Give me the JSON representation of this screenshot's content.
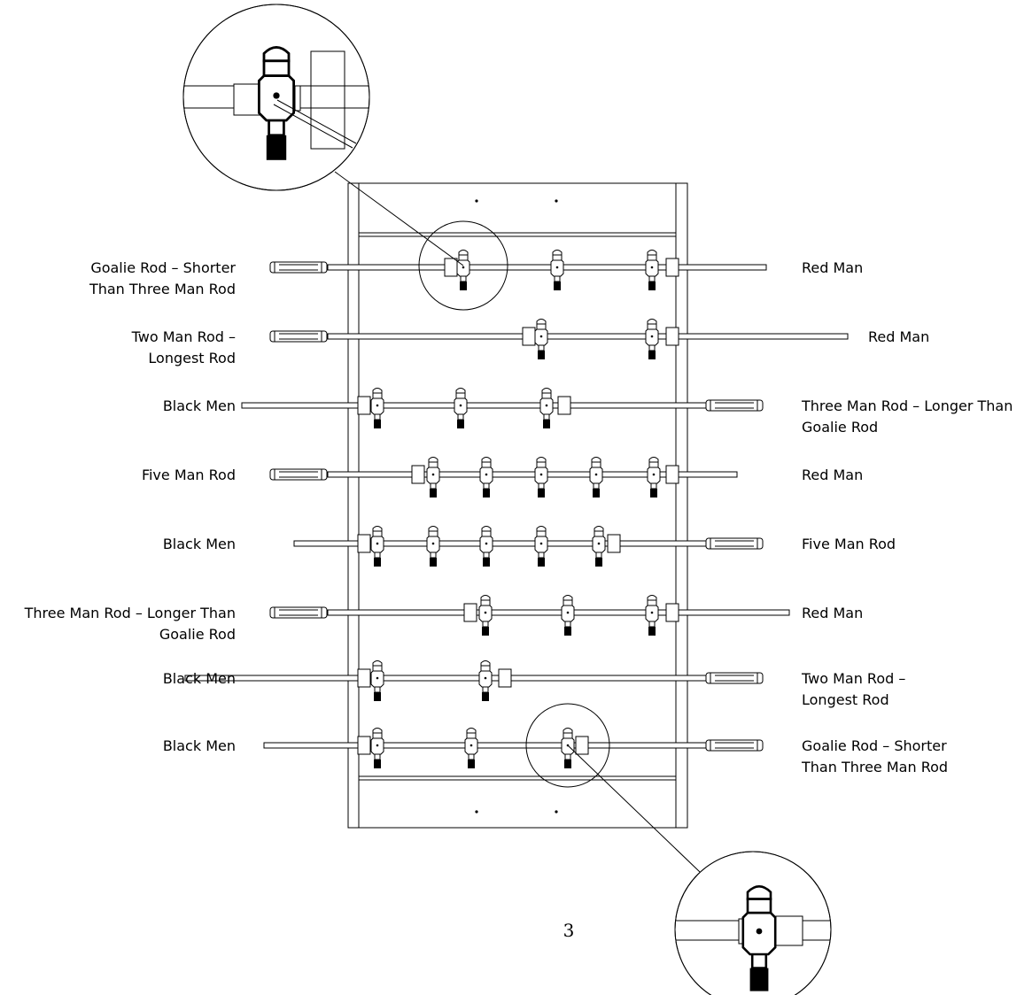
{
  "page_number": "3",
  "rods": [
    {
      "left_label": [
        "Goalie Rod – Shorter",
        "Than Three Man Rod"
      ],
      "right_label": [
        "Red Man"
      ],
      "handle_side": "left",
      "men": 3,
      "team": "red"
    },
    {
      "left_label": [
        "Two Man Rod –",
        "Longest Rod"
      ],
      "right_label": [
        "Red Man"
      ],
      "handle_side": "left",
      "men": 2,
      "team": "red"
    },
    {
      "left_label": [
        "Black Men"
      ],
      "right_label": [
        "Three Man Rod – Longer Than",
        "Goalie Rod"
      ],
      "handle_side": "right",
      "men": 3,
      "team": "black"
    },
    {
      "left_label": [
        "Five Man Rod"
      ],
      "right_label": [
        "Red Man"
      ],
      "handle_side": "left",
      "men": 5,
      "team": "red"
    },
    {
      "left_label": [
        "Black Men"
      ],
      "right_label": [
        "Five Man Rod"
      ],
      "handle_side": "right",
      "men": 5,
      "team": "black"
    },
    {
      "left_label": [
        "Three Man Rod – Longer Than",
        "Goalie Rod"
      ],
      "right_label": [
        "Red Man"
      ],
      "handle_side": "left",
      "men": 3,
      "team": "red"
    },
    {
      "left_label": [
        "Black Men"
      ],
      "right_label": [
        "Two Man Rod –",
        "Longest Rod"
      ],
      "handle_side": "right",
      "men": 2,
      "team": "black"
    },
    {
      "left_label": [
        "Black Men"
      ],
      "right_label": [
        "Goalie Rod – Shorter",
        "Than Three Man Rod"
      ],
      "handle_side": "right",
      "men": 3,
      "team": "black"
    }
  ],
  "detail_callouts": [
    {
      "shows": "goalie rod man with rod tool",
      "position_word": "top-left"
    },
    {
      "shows": "goalie rod man close-up",
      "position_word": "bottom-right"
    }
  ],
  "colors": {
    "line": "#000000",
    "background": "#ffffff"
  }
}
